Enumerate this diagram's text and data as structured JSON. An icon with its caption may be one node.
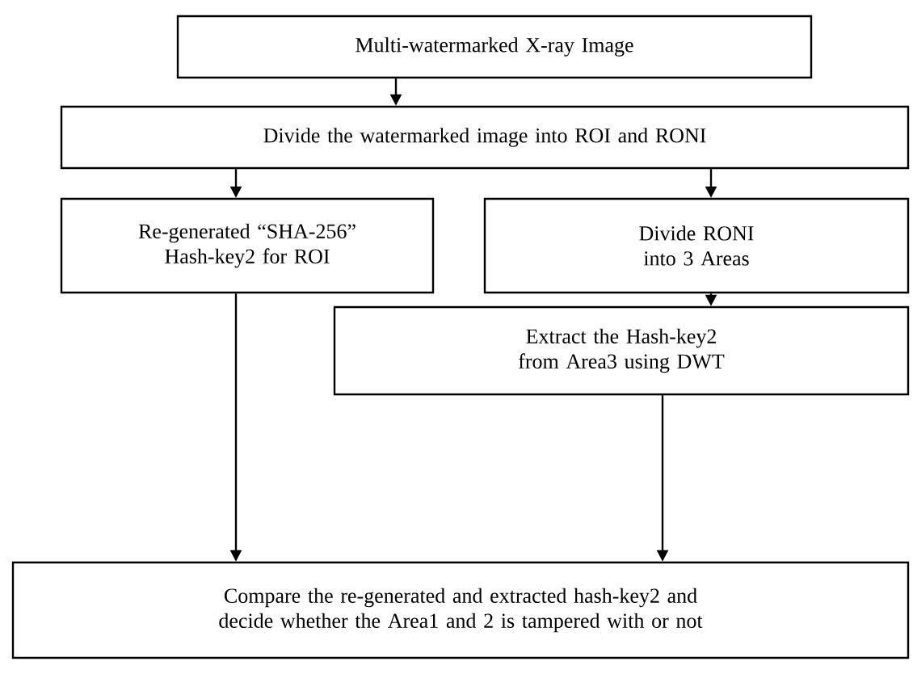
{
  "diagram": {
    "nodes": [
      {
        "text": [
          "Multi-watermarked X-ray Image"
        ]
      },
      {
        "text": [
          "Divide the watermarked image into ROI and RONI"
        ]
      },
      {
        "text": [
          "Re-generated “SHA-256” Hash-key2 for ROI"
        ]
      },
      {
        "text": [
          "Divide RONI into 3 Areas"
        ]
      },
      {
        "text": [
          "Extract the Hash-key2 from Area3 using DWT"
        ]
      },
      {
        "text": [
          "Compare the re-generated and extracted hash-key2 and decide whether the Area1 and 2 is tampered with or not"
        ]
      }
    ],
    "edges": [
      {
        "from": 0,
        "to": 1,
        "arrow": "to"
      },
      {
        "from": 1,
        "to": 2,
        "arrow": "to"
      },
      {
        "from": 1,
        "to": 3,
        "arrow": "to"
      },
      {
        "from": 3,
        "to": 4,
        "arrow": "to"
      },
      {
        "from": 2,
        "to": 5,
        "arrow": "to"
      },
      {
        "from": 4,
        "to": 5,
        "arrow": "to"
      }
    ]
  }
}
